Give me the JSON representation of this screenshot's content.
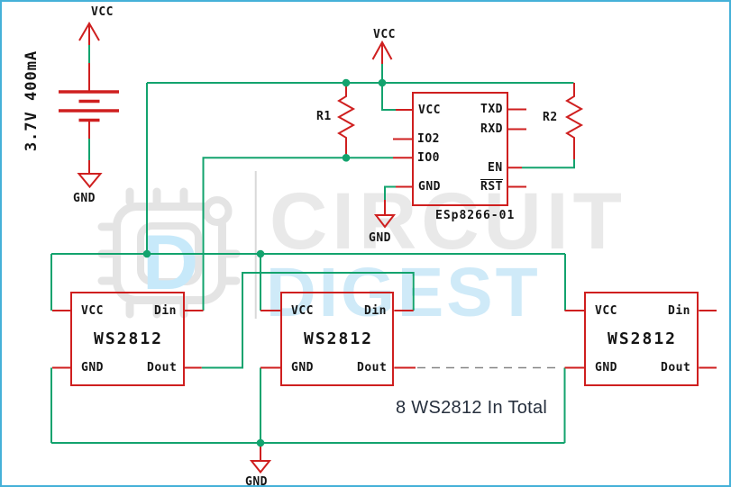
{
  "watermark": {
    "line1": "CIRCUIT",
    "line2": "DIGEST",
    "logo_letter": "D"
  },
  "battery": {
    "rating": "3.7V 400mA",
    "vcc_label": "VCC",
    "gnd_label": "GND"
  },
  "power": {
    "vcc_flag": "VCC",
    "esp_gnd_flag": "GND",
    "bottom_gnd_flag": "GND"
  },
  "resistors": [
    {
      "ref": "R1"
    },
    {
      "ref": "R2"
    }
  ],
  "esp": {
    "part_label": "ESp8266-01",
    "left_pins": [
      "VCC",
      "IO2",
      "IO0",
      "GND"
    ],
    "right_pins": [
      "TXD",
      "RXD",
      "EN",
      "RST"
    ]
  },
  "ws2812_units": [
    {
      "title": "WS2812",
      "pins": {
        "vcc": "VCC",
        "din": "Din",
        "gnd": "GND",
        "dout": "Dout"
      }
    },
    {
      "title": "WS2812",
      "pins": {
        "vcc": "VCC",
        "din": "Din",
        "gnd": "GND",
        "dout": "Dout"
      }
    },
    {
      "title": "WS2812",
      "pins": {
        "vcc": "VCC",
        "din": "Din",
        "gnd": "GND",
        "dout": "Dout"
      }
    }
  ],
  "note": "8 WS2812 In Total",
  "colors": {
    "wire_green": "#13a36e",
    "component_red": "#cf1f1f",
    "border_blue": "#45b1d8",
    "dashed_gray": "#868686",
    "note_text": "#27303e",
    "watermark_gray": "#e9e9e9",
    "watermark_blue": "#cfeaf8",
    "logo_blue": "#c7e9fa"
  }
}
